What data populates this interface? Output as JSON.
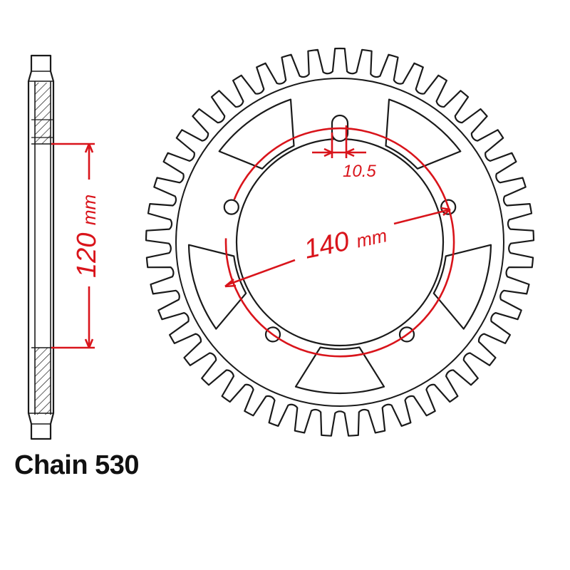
{
  "colors": {
    "outline": "#1a1a1a",
    "dimension": "#d9141b",
    "background": "#ffffff"
  },
  "sprocket": {
    "tooth_count": 45,
    "bolt_hole_count": 5,
    "lightening_cutout_count": 5
  },
  "dimensions": {
    "side_height_value": "120",
    "side_height_unit": "mm",
    "bolt_circle_value": "140",
    "bolt_circle_unit": "mm",
    "bolt_hole_value": "10.5"
  },
  "caption": "Chain 530"
}
